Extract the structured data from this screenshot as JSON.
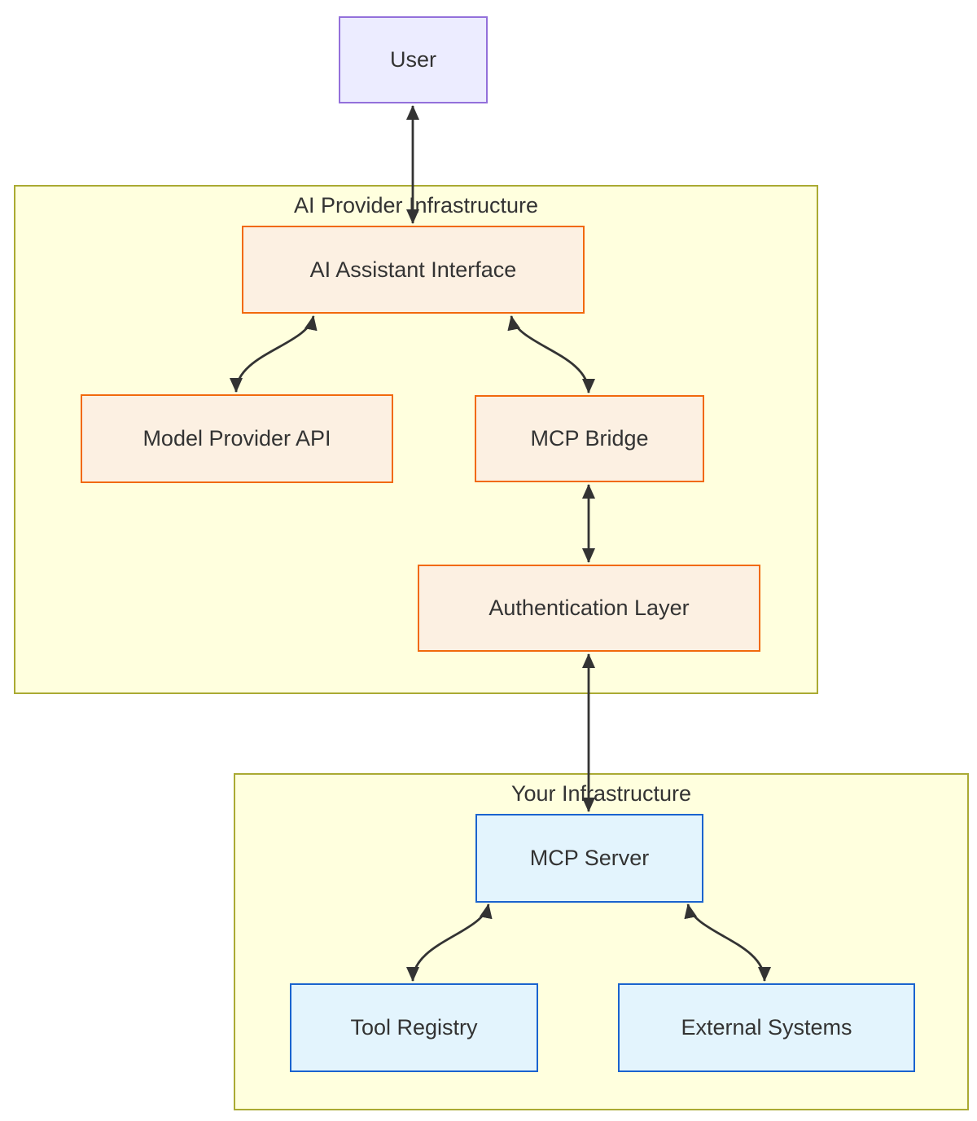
{
  "diagram_type": "flowchart",
  "clusters": {
    "ai_provider": {
      "label": "AI Provider Infrastructure"
    },
    "your_infra": {
      "label": "Your Infrastructure"
    }
  },
  "nodes": {
    "user": {
      "label": "User"
    },
    "ai_assistant": {
      "label": "AI Assistant Interface"
    },
    "model_provider": {
      "label": "Model Provider API"
    },
    "mcp_bridge": {
      "label": "MCP Bridge"
    },
    "auth_layer": {
      "label": "Authentication Layer"
    },
    "mcp_server": {
      "label": "MCP Server"
    },
    "tool_registry": {
      "label": "Tool Registry"
    },
    "external_systems": {
      "label": "External Systems"
    }
  },
  "edges": [
    {
      "from": "User",
      "to": "AI Assistant Interface",
      "direction": "bidirectional"
    },
    {
      "from": "AI Assistant Interface",
      "to": "Model Provider API",
      "direction": "bidirectional"
    },
    {
      "from": "AI Assistant Interface",
      "to": "MCP Bridge",
      "direction": "bidirectional"
    },
    {
      "from": "MCP Bridge",
      "to": "Authentication Layer",
      "direction": "bidirectional"
    },
    {
      "from": "Authentication Layer",
      "to": "MCP Server",
      "direction": "bidirectional"
    },
    {
      "from": "MCP Server",
      "to": "Tool Registry",
      "direction": "bidirectional"
    },
    {
      "from": "MCP Server",
      "to": "External Systems",
      "direction": "bidirectional"
    }
  ],
  "theme": {
    "node_text": "#333333",
    "edge_color": "#333333",
    "cluster_fill": "#ffffde",
    "cluster_border": "#aaaa33",
    "user_fill": "#ececff",
    "user_border": "#9370db",
    "orange_fill": "#fcf0e2",
    "orange_border": "#f1690d",
    "blue_fill": "#e3f4fd",
    "blue_border": "#1a63ce"
  }
}
